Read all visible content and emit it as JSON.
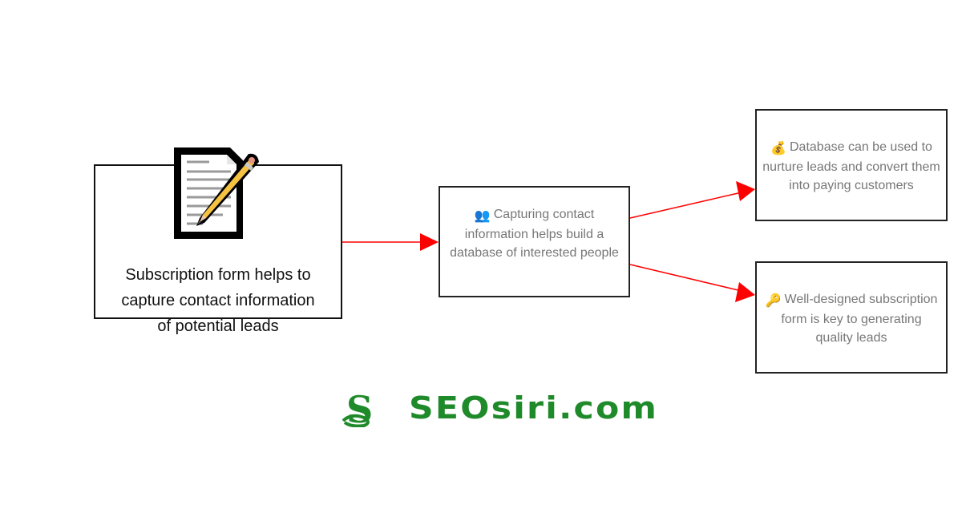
{
  "diagram": {
    "nodes": [
      {
        "id": "n1",
        "icon": "document-with-pencil-icon",
        "text_lines": [
          "Subscription form helps to",
          "capture contact information",
          "of potential leads"
        ]
      },
      {
        "id": "n2",
        "icon": "people-silhouette-icon",
        "icon_glyph": "👥",
        "text": "Capturing contact information helps build a database of interested people"
      },
      {
        "id": "n3",
        "icon": "money-bag-icon",
        "icon_glyph": "💰",
        "text": "Database can be used to nurture leads and convert them into paying customers"
      },
      {
        "id": "n4",
        "icon": "key-icon",
        "icon_glyph": "🔑",
        "text": "Well-designed subscription form is key to generating quality leads"
      }
    ],
    "edges": [
      {
        "from": "n1",
        "to": "n2"
      },
      {
        "from": "n2",
        "to": "n3"
      },
      {
        "from": "n2",
        "to": "n4"
      }
    ],
    "colors": {
      "edge": "#ff0000",
      "node_border": "#222222",
      "node_text": "#777777",
      "primary_text": "#111111"
    }
  },
  "watermark": {
    "text": "SEOsiri.com",
    "mark": "S",
    "color": "#1f8a2a"
  }
}
